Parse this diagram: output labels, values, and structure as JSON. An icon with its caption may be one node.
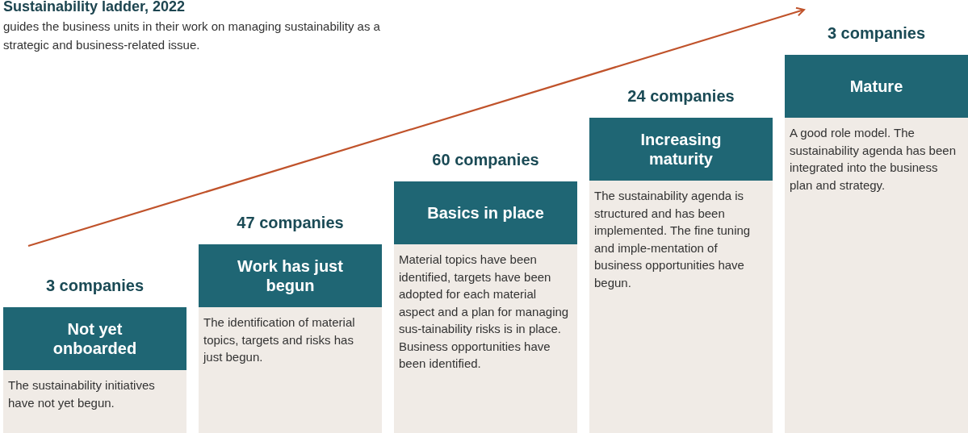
{
  "diagram": {
    "title": "Sustainability ladder, 2022",
    "labels": [
      "guides the business units in their work on managing sustainability as a strategic and business-related issue."
    ],
    "nodes": [
      {
        "text": [
          "Not yet onboarded",
          "The sustainability initiatives have not yet begun."
        ],
        "beside": [
          "3 companies"
        ]
      },
      {
        "text": [
          "Work has just begun",
          "The identification of material topics, targets and risks has just begun."
        ],
        "beside": [
          "47 companies"
        ]
      },
      {
        "text": [
          "Basics in place",
          "Material topics have been identified, targets have been adopted for each material aspect and a plan for managing sus-tainability risks is in place. Business opportunities have been identified."
        ],
        "beside": [
          "60 companies"
        ]
      },
      {
        "text": [
          "Increasing maturity",
          "The sustainability agenda is structured and has been implemented. The fine tuning and imple-mentation of business opportunities have begun."
        ],
        "beside": [
          "24 companies"
        ]
      },
      {
        "text": [
          "Mature",
          "A good role model. The sustainability agenda has been integrated into the business plan and strategy."
        ],
        "beside": [
          "3 companies"
        ]
      }
    ],
    "edges": []
  }
}
